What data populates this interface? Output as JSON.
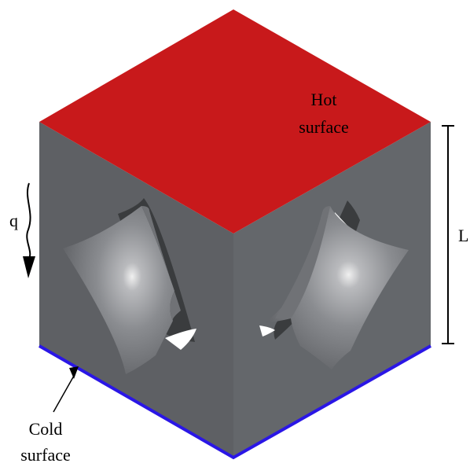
{
  "labels": {
    "hot_surface_line1": "Hot",
    "hot_surface_line2": "surface",
    "cold_surface_line1": "Cold",
    "cold_surface_line2": "surface",
    "heat_flux": "q",
    "length": "L"
  },
  "colors": {
    "hot_surface": "#c8191b",
    "cold_surface": "#2a16e6",
    "left_face": "#5e6064",
    "right_face": "#64676b",
    "cavity_shadow": "#3a3c3e",
    "cavity_light": "#ffffff",
    "cavity_surface": "#8c8e92"
  }
}
